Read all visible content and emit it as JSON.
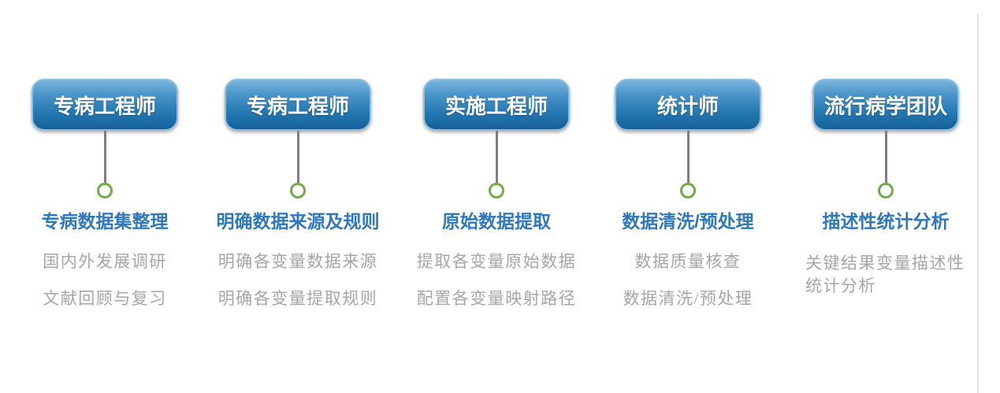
{
  "diagram": {
    "description": "data workflow roles and stages",
    "colors": {
      "role_box_top": "#79b5de",
      "role_box_bottom": "#155f99",
      "role_text": "#ffffff",
      "connector": "#7f7f7f",
      "circle_border": "#70ad47",
      "title_blue": "#2e78bd",
      "item_gray": "#a6a6a6",
      "page_edge": "#e3e3e3"
    },
    "columns": [
      {
        "role": "专病工程师",
        "title": "专病数据集整理",
        "items": [
          "国内外发展调研",
          "文献回顾与复习"
        ]
      },
      {
        "role": "专病工程师",
        "title": "明确数据来源及规则",
        "items": [
          "明确各变量数据来源",
          "明确各变量提取规则"
        ]
      },
      {
        "role": "实施工程师",
        "title": "原始数据提取",
        "items": [
          "提取各变量原始数据",
          "配置各变量映射路径"
        ]
      },
      {
        "role": "统计师",
        "title": "数据清洗/预处理",
        "items": [
          "数据质量核查",
          "数据清洗/预处理"
        ]
      },
      {
        "role": "流行病学团队",
        "title": "描述性统计分析",
        "items": [
          "关键结果变量描述性统计分析"
        ]
      }
    ]
  }
}
